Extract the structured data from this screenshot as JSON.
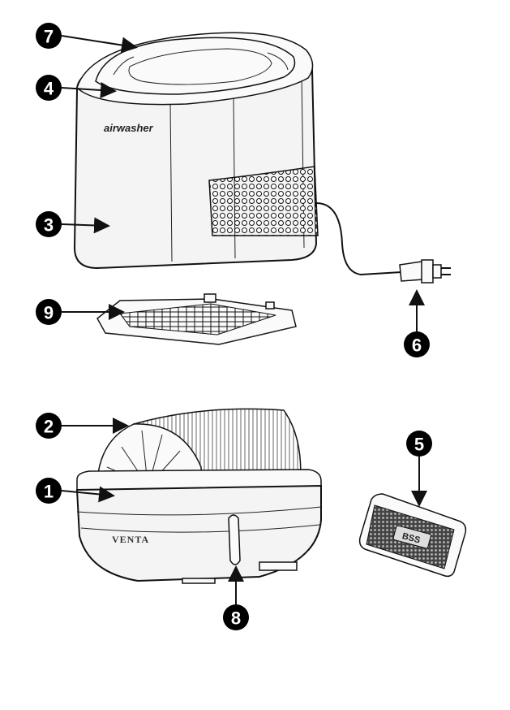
{
  "labels": {
    "upper_unit_brand": "airwasher",
    "basin_brand": "VENTA",
    "cartridge_badge": "BSS"
  },
  "callouts": [
    {
      "id": "c7",
      "text": "7"
    },
    {
      "id": "c4",
      "text": "4"
    },
    {
      "id": "c3",
      "text": "3"
    },
    {
      "id": "c9",
      "text": "9"
    },
    {
      "id": "c6",
      "text": "6"
    },
    {
      "id": "c2",
      "text": "2"
    },
    {
      "id": "c1",
      "text": "1"
    },
    {
      "id": "c5",
      "text": "5"
    },
    {
      "id": "c8",
      "text": "8"
    }
  ]
}
